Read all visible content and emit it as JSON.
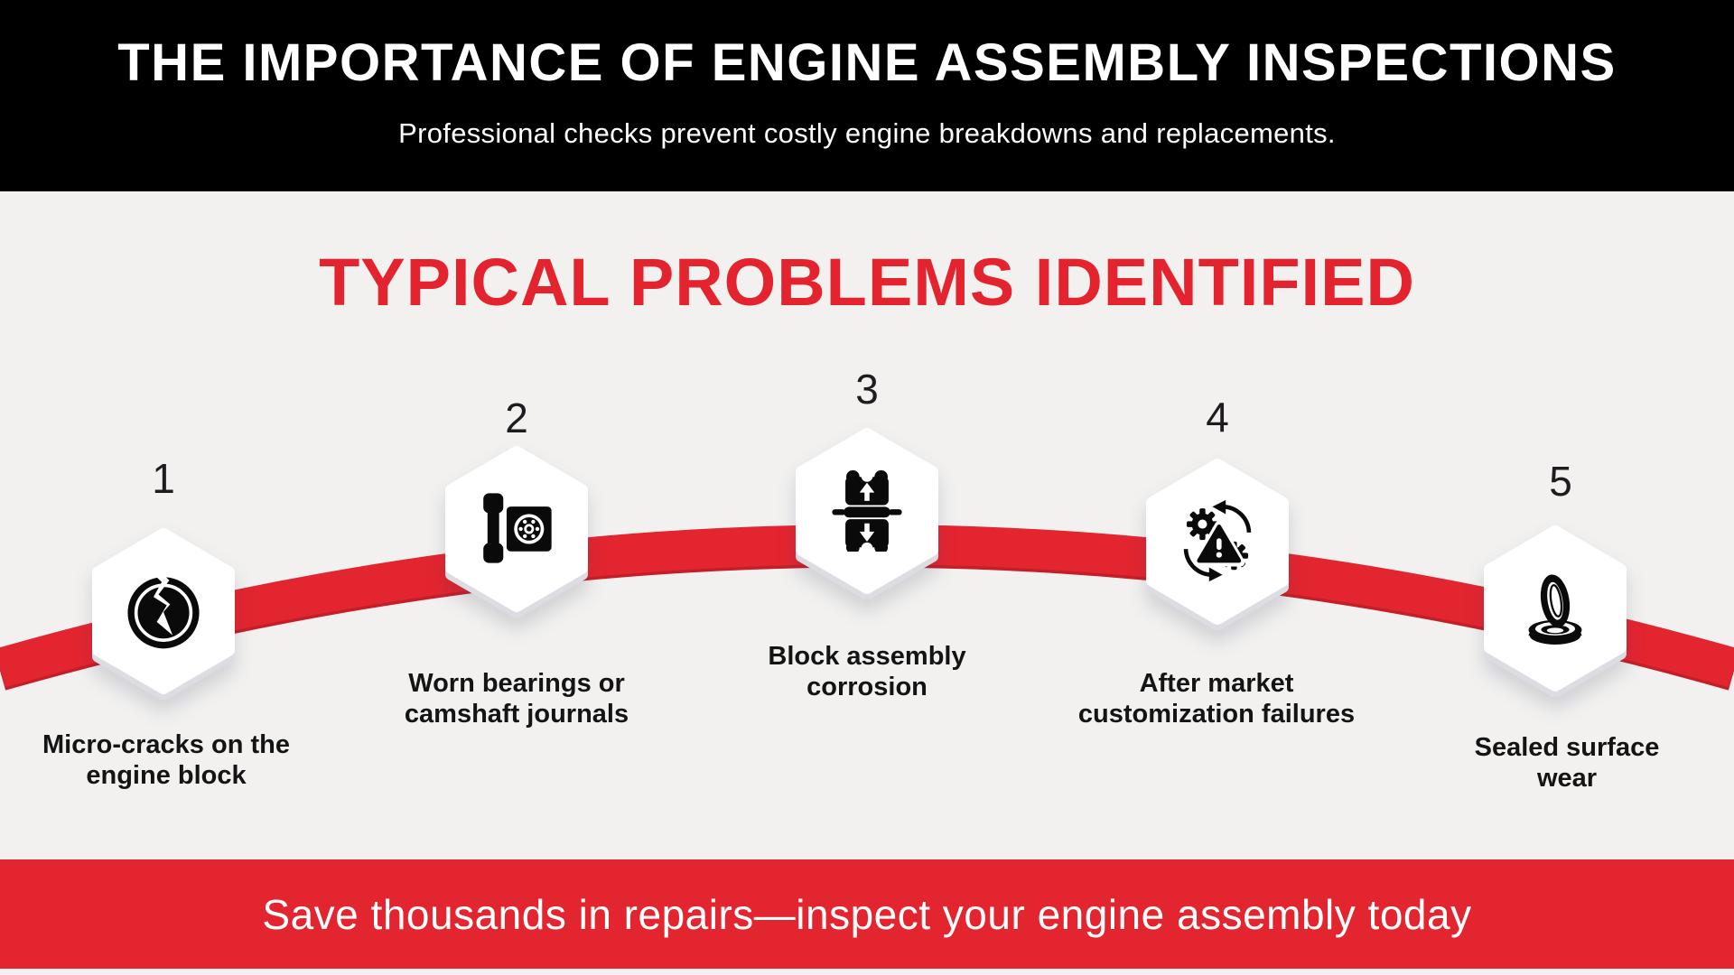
{
  "header": {
    "title": "THE IMPORTANCE OF ENGINE ASSEMBLY INSPECTIONS",
    "subtitle": "Professional checks prevent costly engine breakdowns and replacements."
  },
  "section": {
    "title": "TYPICAL PROBLEMS IDENTIFIED"
  },
  "problems": [
    {
      "number": "1",
      "label": "Micro-cracks on the engine block",
      "icon": "cracked-engine-block-icon"
    },
    {
      "number": "2",
      "label": "Worn bearings or camshaft journals",
      "icon": "bearing-icon"
    },
    {
      "number": "3",
      "label": "Block assembly corrosion",
      "icon": "engine-block-assembly-icon"
    },
    {
      "number": "4",
      "label": "After market customization failures",
      "icon": "gears-warning-icon"
    },
    {
      "number": "5",
      "label": "Sealed surface wear",
      "icon": "seal-rings-icon"
    }
  ],
  "footer": {
    "text": "Save thousands in repairs—inspect your engine assembly today"
  },
  "colors": {
    "accent_red": "#e32530",
    "band_shadow_red": "#c41f29",
    "header_black": "#000000",
    "background": "#f2f1f0",
    "text_dark": "#141414",
    "hexagon_white": "#ffffff",
    "hexagon_edge": "#dcdce2"
  }
}
